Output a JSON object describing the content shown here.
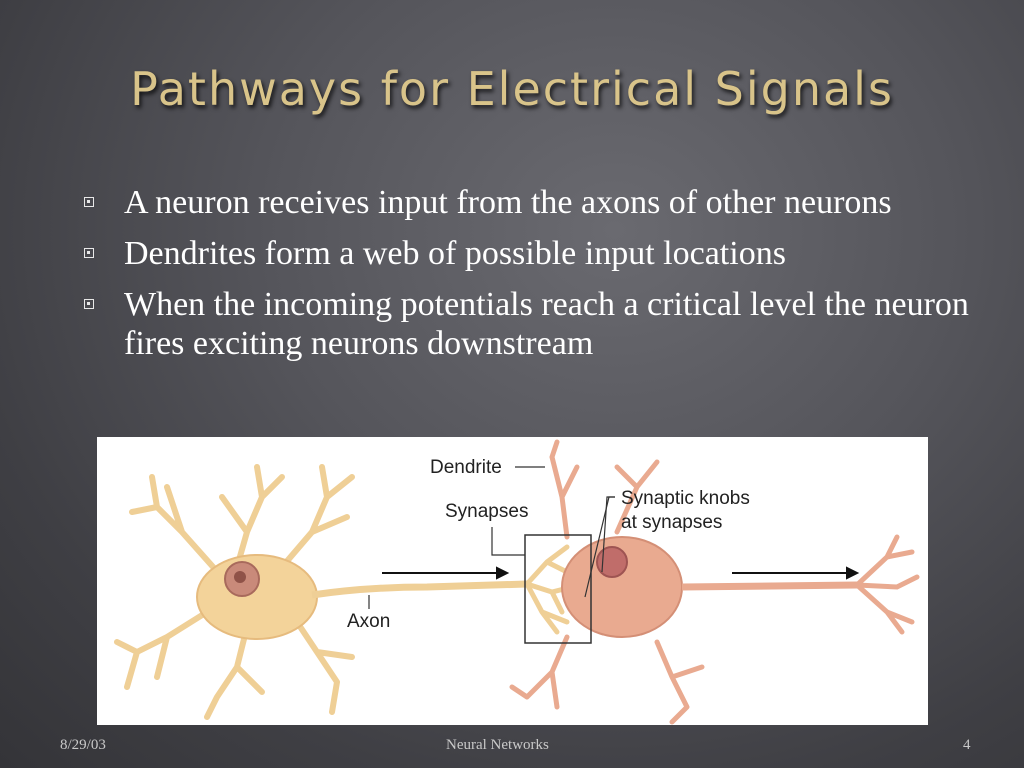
{
  "slide": {
    "title": "Pathways for Electrical Signals",
    "bullets": [
      "A neuron receives input from the axons of other neurons",
      "Dendrites form a web of possible input locations",
      "When the incoming potentials reach a critical level the neuron fires exciting neurons downstream"
    ]
  },
  "figure": {
    "labels": {
      "dendrite": "Dendrite",
      "synapses": "Synapses",
      "synaptic_knobs_1": "Synaptic knobs",
      "synaptic_knobs_2": "at synapses",
      "axon": "Axon"
    }
  },
  "footer": {
    "date": "8/29/03",
    "center": "Neural Networks",
    "page": "4"
  },
  "colors": {
    "title": "#d9c48a",
    "text": "#ffffff",
    "neuron1": "#f3d39a",
    "neuron2": "#e9aa90"
  }
}
